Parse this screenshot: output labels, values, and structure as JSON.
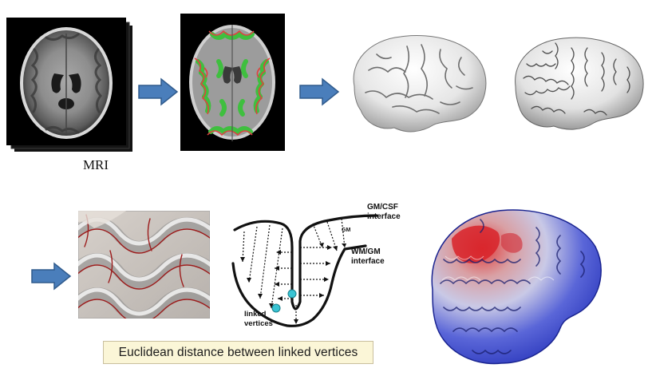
{
  "diagram": {
    "mri_label": "MRI",
    "labels": {
      "gm_csf_line1": "GM/CSF",
      "gm_csf_line2": "interface",
      "gm": "GM",
      "wm_gm_line1": "WM/GM",
      "wm_gm_line2": "interface",
      "linked_line1": "linked",
      "linked_line2": "vertices"
    },
    "caption": "Euclidean distance between linked vertices"
  },
  "colors": {
    "arrow_fill": "#4a7ebb",
    "arrow_stroke": "#2f5a8c",
    "gm_segmentation": "#3fbf3f",
    "csf_segmentation": "#e04040",
    "linked_vertex": "#39c4d4",
    "caption_bg": "#fbf6d7",
    "thickness_high": "#d8232a",
    "thickness_low": "#2c3fc7"
  }
}
